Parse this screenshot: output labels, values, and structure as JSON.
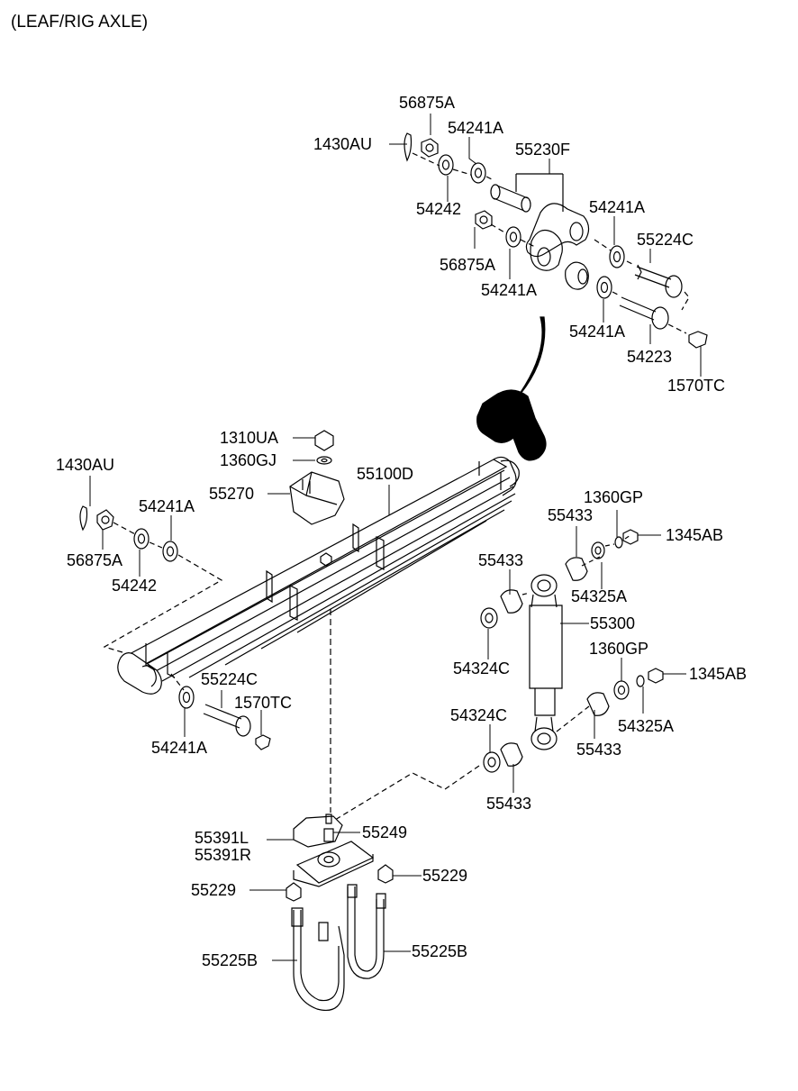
{
  "title": "(LEAF/RIG AXLE)",
  "parts": {
    "p_56875A_top": "56875A",
    "p_1430AU_top": "1430AU",
    "p_54241A_top": "54241A",
    "p_55230F": "55230F",
    "p_54242_top": "54242",
    "p_54241A_r1": "54241A",
    "p_55224C_top": "55224C",
    "p_56875A_mid": "56875A",
    "p_54241A_mid": "54241A",
    "p_54241A_r2": "54241A",
    "p_54223": "54223",
    "p_1570TC_top": "1570TC",
    "p_1310UA": "1310UA",
    "p_1360GJ": "1360GJ",
    "p_55270": "55270",
    "p_55100D": "55100D",
    "p_1430AU_left": "1430AU",
    "p_54241A_left": "54241A",
    "p_56875A_left": "56875A",
    "p_54242_left": "54242",
    "p_1360GP_top": "1360GP",
    "p_55433_a": "55433",
    "p_1345AB_top": "1345AB",
    "p_55433_b": "55433",
    "p_54325A_top": "54325A",
    "p_55300": "55300",
    "p_54324C_top": "54324C",
    "p_1360GP_bot": "1360GP",
    "p_1345AB_bot": "1345AB",
    "p_55224C_bot": "55224C",
    "p_1570TC_bot": "1570TC",
    "p_54324C_bot": "54324C",
    "p_54325A_bot": "54325A",
    "p_54241A_bot": "54241A",
    "p_55433_c": "55433",
    "p_55433_d": "55433",
    "p_55391L": "55391L",
    "p_55391R": "55391R",
    "p_55249": "55249",
    "p_55229_left": "55229",
    "p_55229_right": "55229",
    "p_55225B_left": "55225B",
    "p_55225B_right": "55225B"
  }
}
